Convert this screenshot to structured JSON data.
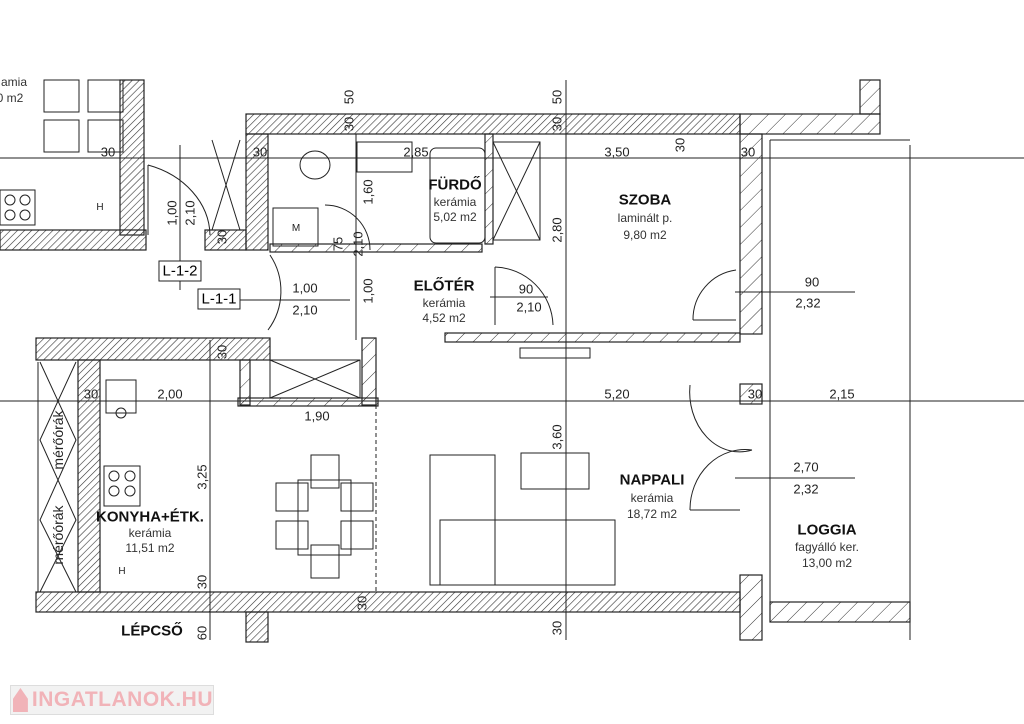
{
  "rooms": {
    "furdo": {
      "name": "FÜRDŐ",
      "floor": "kerámia",
      "area": "5,02 m2"
    },
    "szoba": {
      "name": "SZOBA",
      "floor": "laminált p.",
      "area": "9,80 m2"
    },
    "eloter": {
      "name": "ELŐTÉR",
      "floor": "kerámia",
      "area": "4,52 m2"
    },
    "nappali": {
      "name": "NAPPALI",
      "floor": "kerámia",
      "area": "18,72 m2"
    },
    "loggia": {
      "name": "LOGGIA",
      "floor": "fagyálló ker.",
      "area": "13,00 m2"
    },
    "konyha": {
      "name": "KONYHA+ÉTK.",
      "floor": "kerámia",
      "area": "11,51 m2"
    },
    "lepcso": {
      "name": "LÉPCSŐ"
    },
    "neighbor": {
      "floor": "amia",
      "area": "0 m2"
    }
  },
  "meters": [
    "mérőórák",
    "mérőórák"
  ],
  "tags": [
    "L-1-2",
    "L-1-1"
  ],
  "fixtures": {
    "m": "M",
    "h": "H"
  },
  "dims": [
    "30",
    "30",
    "2,85",
    "3,50",
    "30",
    "30",
    "50",
    "30",
    "50",
    "30",
    "1,60",
    "1,00",
    "2,10",
    "30",
    "75",
    "2,10",
    "2,80",
    "1,00",
    "2,10",
    "1,00",
    "90",
    "2,10",
    "90",
    "2,32",
    "30",
    "30",
    "2,00",
    "5,20",
    "30",
    "2,15",
    "1,90",
    "3,25",
    "3,60",
    "2,70",
    "2,32",
    "30",
    "30",
    "30",
    "60"
  ],
  "watermark": "INGATLANOK.HU",
  "colors": {
    "line": "#222222",
    "watermark": "#f1b3b8"
  }
}
